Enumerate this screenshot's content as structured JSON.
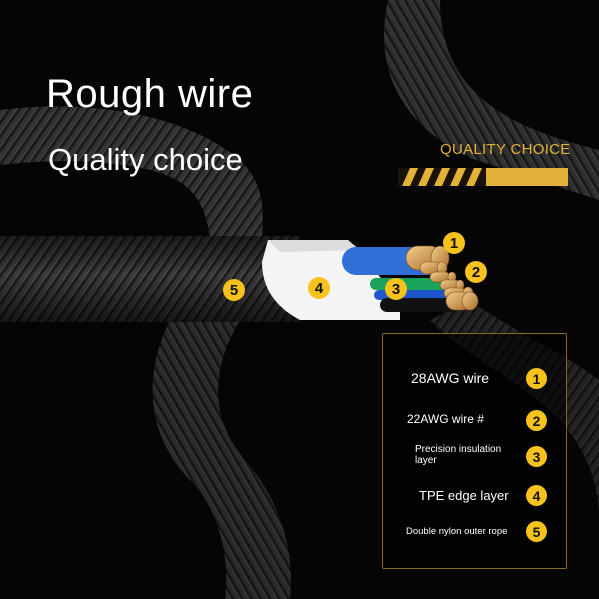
{
  "headline": {
    "title": "Rough wire",
    "subtitle": "Quality choice"
  },
  "tag": {
    "text": "QUALITY CHOICE"
  },
  "callouts": [
    "1",
    "2",
    "3",
    "4",
    "5"
  ],
  "legend": {
    "items": [
      {
        "text": "28AWG wire",
        "badge": "1"
      },
      {
        "text": "22AWG wire #",
        "badge": "2"
      },
      {
        "text": "Precision insulation layer",
        "badge": "3"
      },
      {
        "text": "TPE edge layer",
        "badge": "4"
      },
      {
        "text": "Double nylon outer rope",
        "badge": "5"
      }
    ]
  },
  "colors": {
    "accent": "#f6c21b",
    "tag_gold": "#e2b13a",
    "legend_border": "#8a6a22",
    "background": "#050505",
    "sheath": "#2a2a2a",
    "tpe_layer": "#ffffff",
    "core_blue": "#2f6fd6",
    "core_green": "#1aa35a",
    "core_black": "#111111",
    "copper": "#d9a25a"
  },
  "icons": [
    "braided-cable",
    "cable-cross-section",
    "hazard-stripe",
    "number-badge"
  ]
}
